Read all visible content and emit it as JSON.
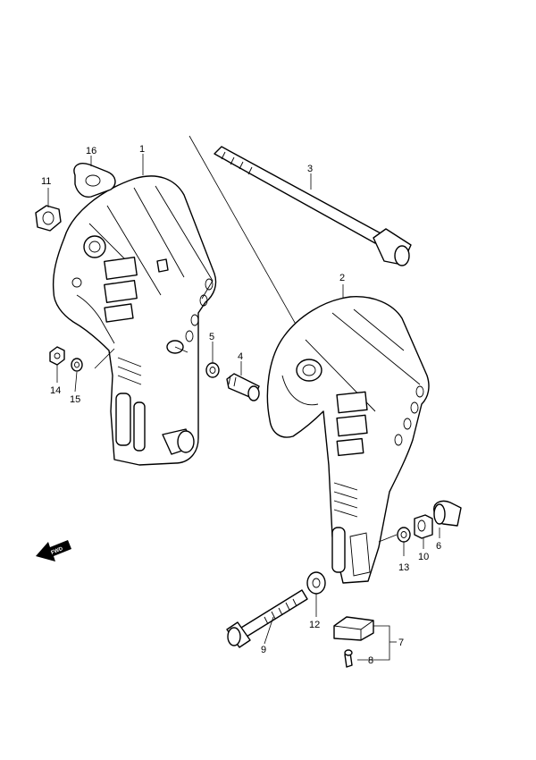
{
  "diagram": {
    "callouts": [
      {
        "id": "1",
        "text": "1"
      },
      {
        "id": "2",
        "text": "2"
      },
      {
        "id": "3",
        "text": "3"
      },
      {
        "id": "4",
        "text": "4"
      },
      {
        "id": "5",
        "text": "5"
      },
      {
        "id": "6",
        "text": "6"
      },
      {
        "id": "7",
        "text": "7"
      },
      {
        "id": "8",
        "text": "8"
      },
      {
        "id": "9",
        "text": "9"
      },
      {
        "id": "10",
        "text": "10"
      },
      {
        "id": "11",
        "text": "11"
      },
      {
        "id": "12",
        "text": "12"
      },
      {
        "id": "13",
        "text": "13"
      },
      {
        "id": "14",
        "text": "14"
      },
      {
        "id": "15",
        "text": "15"
      },
      {
        "id": "16",
        "text": "16"
      }
    ],
    "fwd_label": "FWD"
  }
}
